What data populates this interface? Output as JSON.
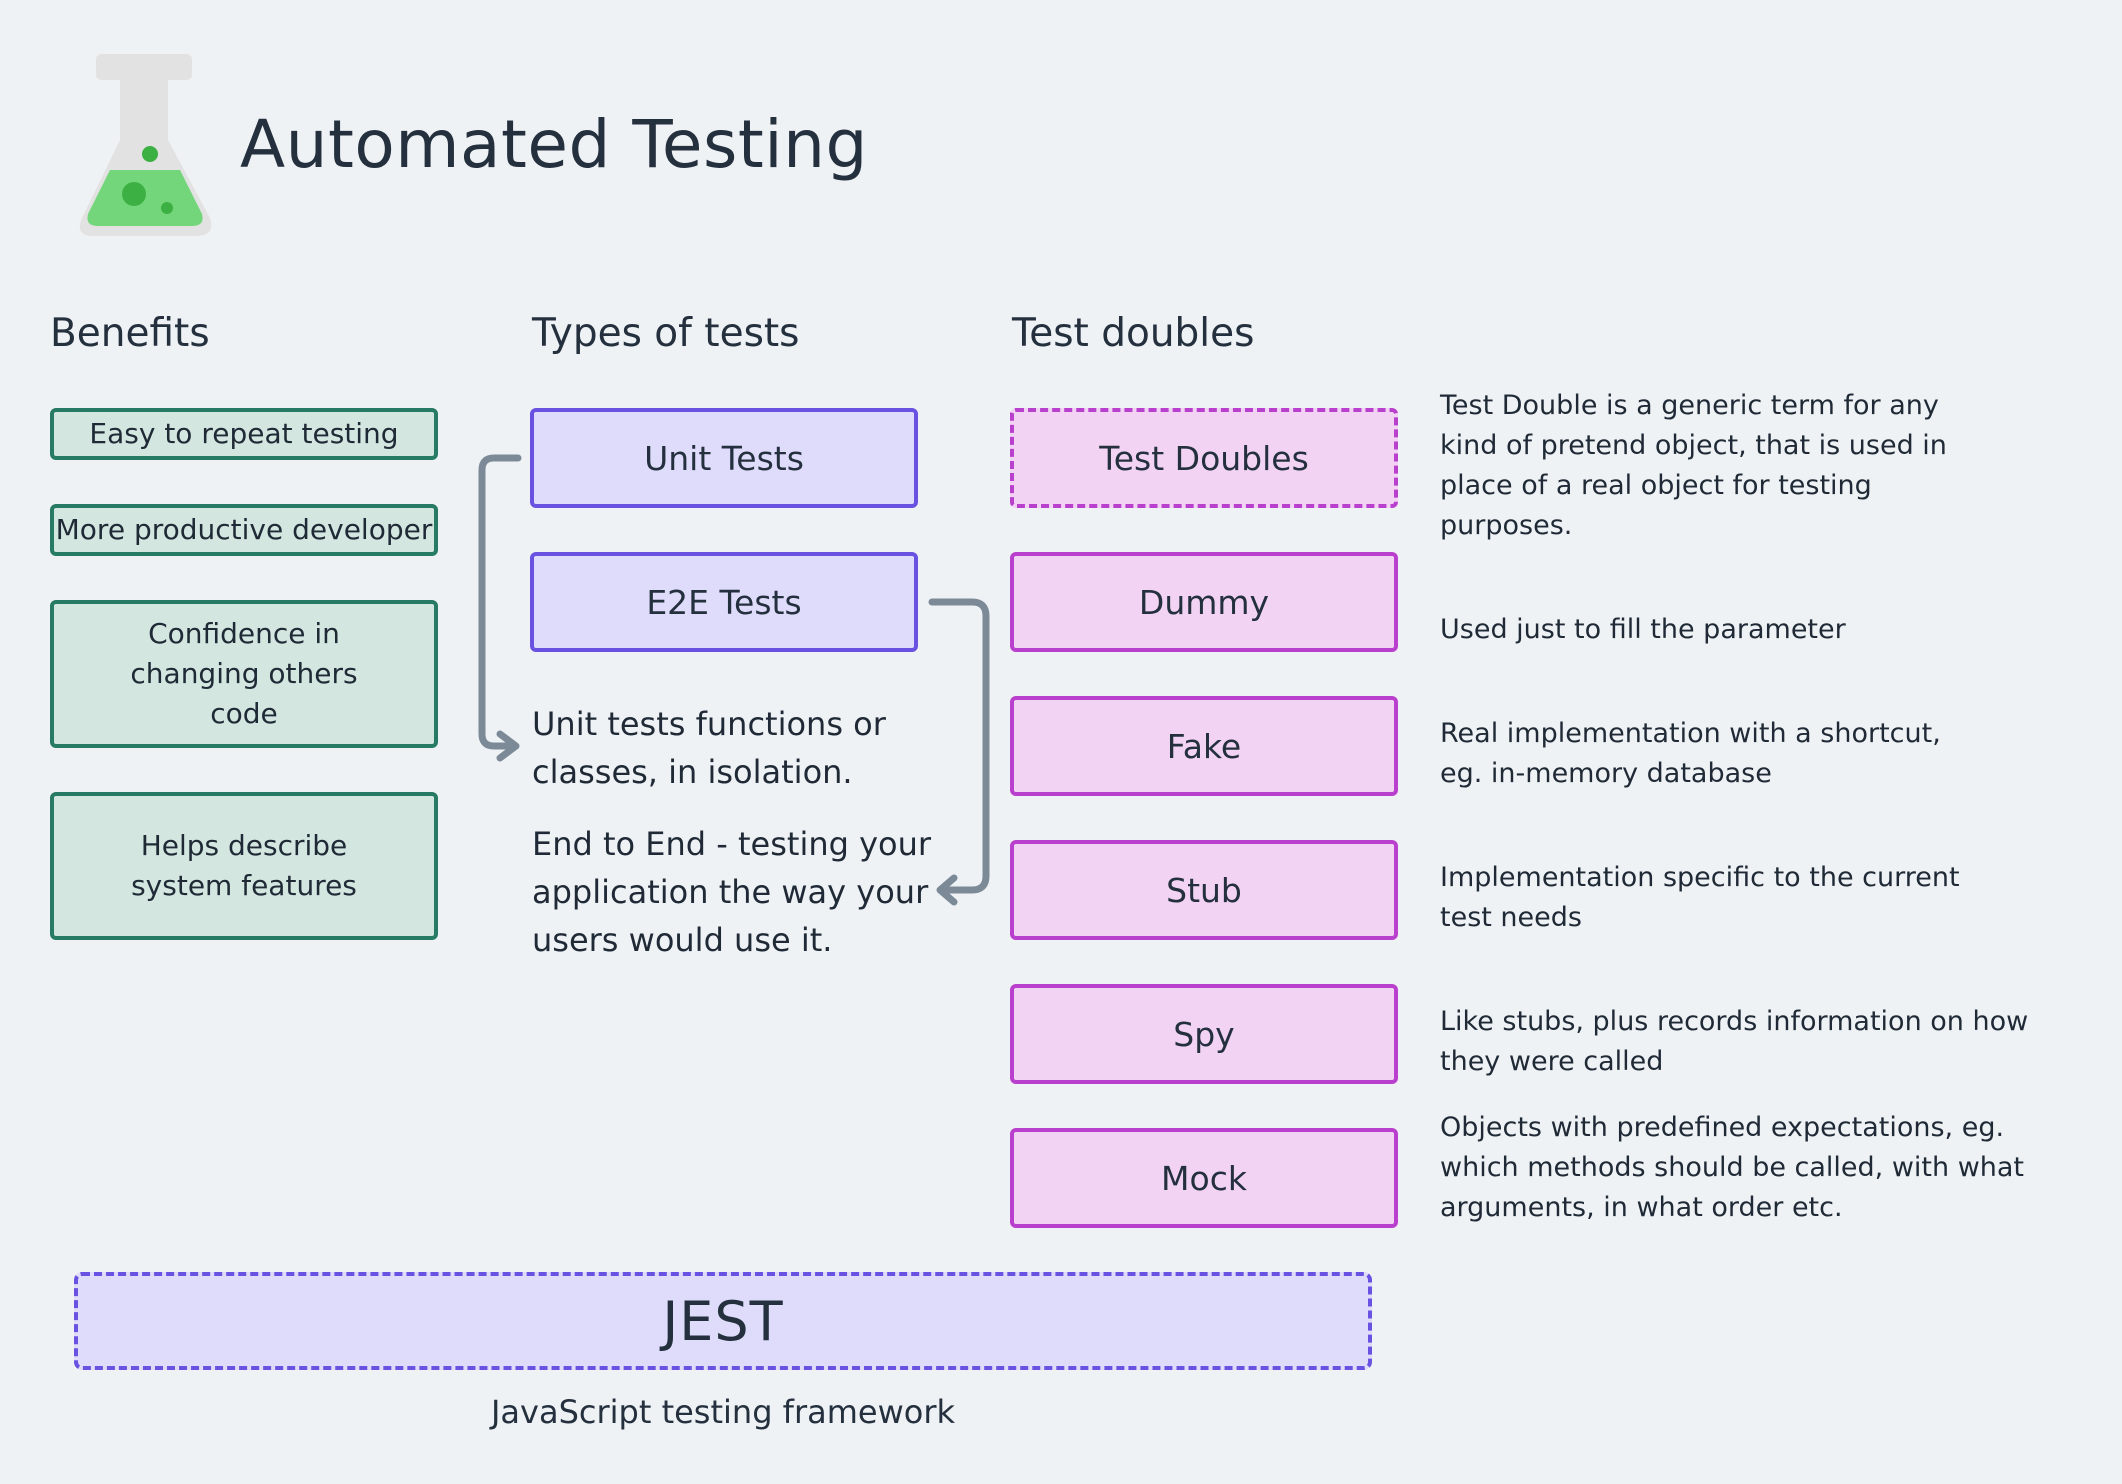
{
  "header": {
    "title": "Automated Testing",
    "icon": "flask-icon"
  },
  "columns": {
    "benefits": {
      "heading": "Benefits",
      "items": [
        "Easy to repeat testing",
        "More productive developer",
        "Confidence in changing others code",
        "Helps describe system features"
      ]
    },
    "types": {
      "heading": "Types of tests",
      "items": [
        "Unit Tests",
        "E2E Tests"
      ],
      "notes": [
        "Unit tests functions or classes, in isolation.",
        "End to End - testing your application the way your users would use it."
      ]
    },
    "doubles": {
      "heading": "Test doubles",
      "items": [
        {
          "label": "Test Doubles",
          "description": "Test Double is a generic term for any kind of pretend object, that is used in place of a real object for testing purposes."
        },
        {
          "label": "Dummy",
          "description": "Used just to fill the parameter"
        },
        {
          "label": "Fake",
          "description": "Real implementation with a shortcut, eg. in-memory database"
        },
        {
          "label": "Stub",
          "description": "Implementation specific to the current test needs"
        },
        {
          "label": "Spy",
          "description": "Like stubs, plus records information on how they were called"
        },
        {
          "label": "Mock",
          "description": "Objects with predefined expectations, eg. which methods should be called, with what arguments, in what order etc."
        }
      ]
    }
  },
  "framework": {
    "name": "JEST",
    "caption": "JavaScript testing framework"
  },
  "colors": {
    "benefit_fill": "#d3e6e0",
    "benefit_border": "#277a64",
    "type_fill": "#dfdcfb",
    "type_border": "#6952e2",
    "double_fill": "#f2d3f3",
    "double_border": "#b93fcd",
    "connector": "#7c8a98",
    "flask_liquid": "#74d67a",
    "flask_bubble": "#3cb043"
  }
}
